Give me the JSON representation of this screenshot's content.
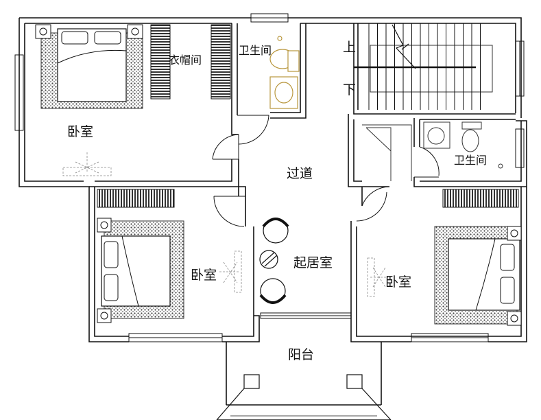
{
  "rooms": {
    "bedroom_nw": "卧室",
    "closet": "衣帽间",
    "bath_n": "卫生间",
    "bath_e": "卫生间",
    "hallway": "过道",
    "bedroom_sw": "卧室",
    "living": "起居室",
    "bedroom_se": "卧室",
    "balcony": "阳台"
  },
  "stairs": {
    "up": "上",
    "down": "下"
  },
  "colors": {
    "wall": "#111111",
    "fixture": "#b8963c",
    "hatch": "#444444"
  }
}
